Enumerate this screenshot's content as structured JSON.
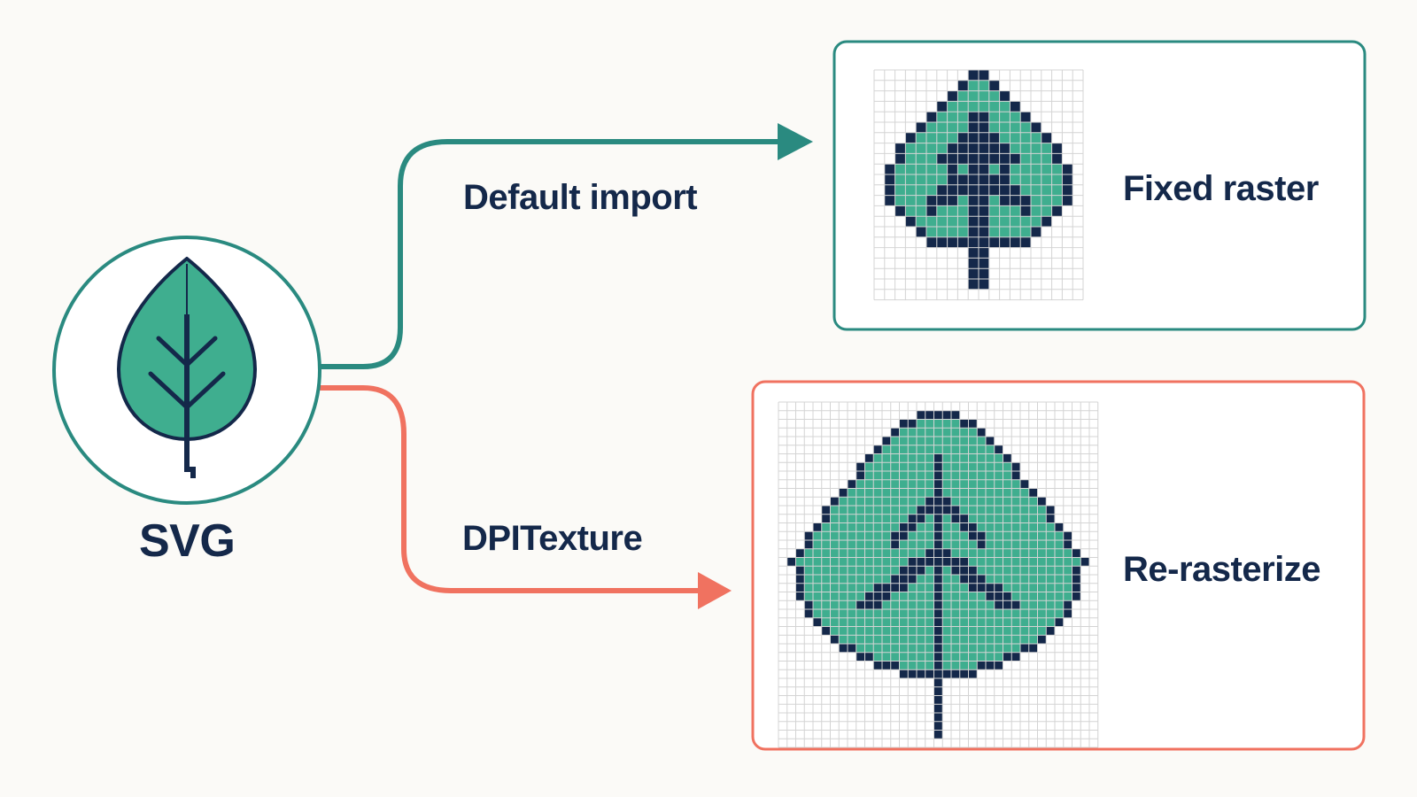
{
  "source": {
    "label": "SVG",
    "icon": "leaf-icon"
  },
  "paths": [
    {
      "id": "default",
      "label": "Default import",
      "result": "Fixed raster",
      "color": "#2A8A80"
    },
    {
      "id": "dpi",
      "label": "DPITexture",
      "result": "Re-rasterize",
      "color": "#F07260"
    }
  ],
  "colors": {
    "ink": "#14284A",
    "leaf": "#3FAE8F",
    "grid": "#D4D4D4",
    "teal": "#2A8A80",
    "coral": "#F07260",
    "background": "#FBFAF7"
  }
}
